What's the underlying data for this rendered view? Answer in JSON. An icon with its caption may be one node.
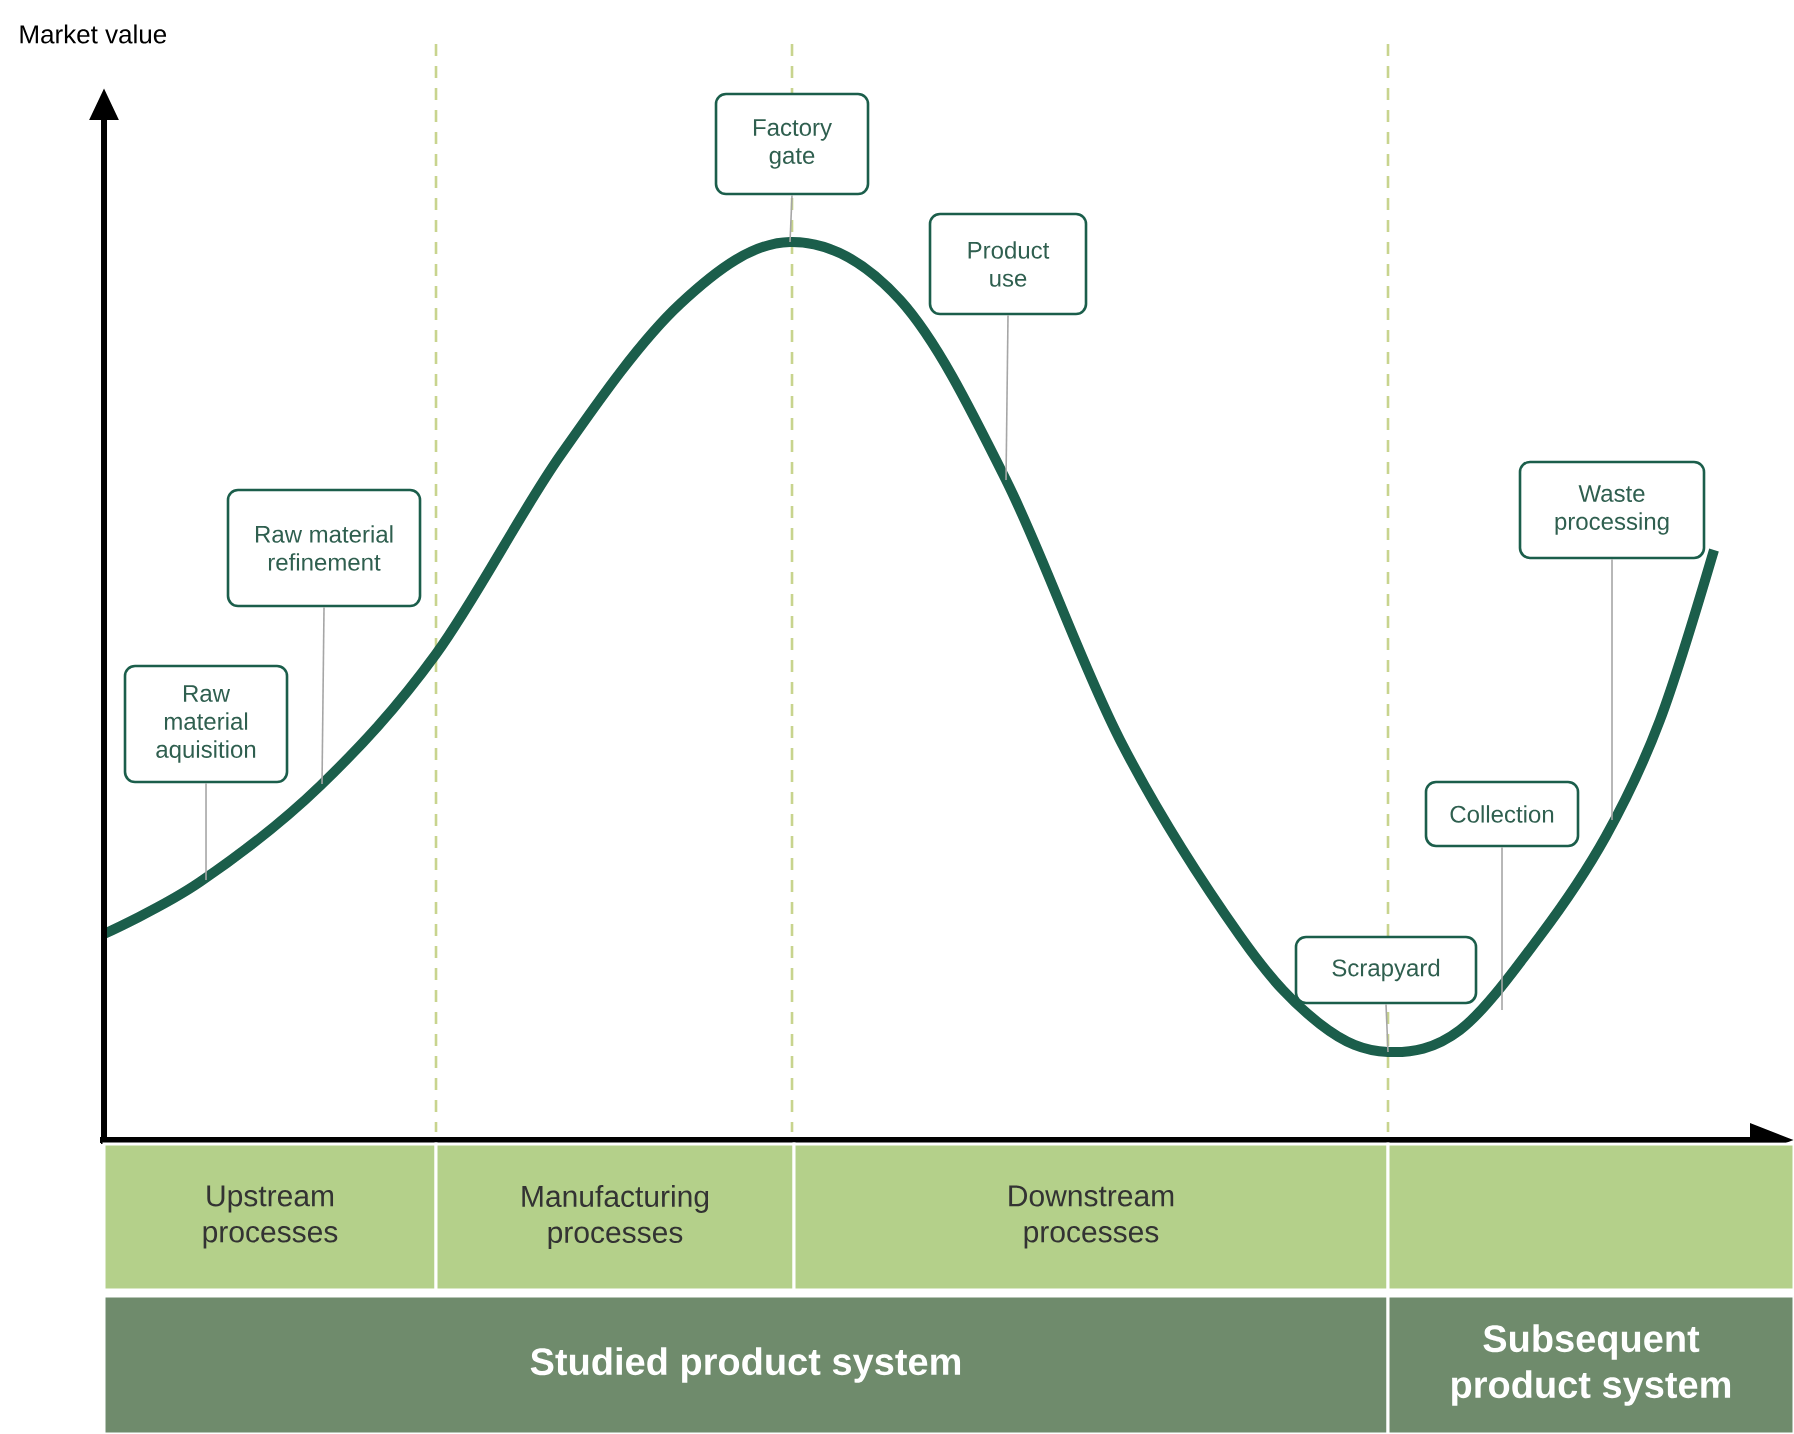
{
  "diagram": {
    "nodes": [
      {
        "text": [
          "Raw material aquisition"
        ]
      },
      {
        "text": [
          "Raw material refinement"
        ]
      },
      {
        "text": [
          "Factory gate"
        ]
      },
      {
        "text": [
          "Product use"
        ]
      },
      {
        "text": [
          "Scrapyard"
        ]
      },
      {
        "text": [
          "Collection"
        ]
      },
      {
        "text": [
          "Waste processing"
        ]
      },
      {
        "text": [
          "Upstream processes"
        ]
      },
      {
        "text": [
          "Manufacturing processes"
        ]
      },
      {
        "text": [
          "Downstream processes"
        ]
      },
      {
        "text": [],
        "shape": "box"
      },
      {
        "text": [
          "Studied product system"
        ]
      },
      {
        "text": [
          "Subsequent product system"
        ]
      }
    ],
    "edges": [
      {
        "from": 0,
        "to": null,
        "arrow": "none"
      },
      {
        "from": 1,
        "to": null,
        "arrow": "none"
      },
      {
        "from": 2,
        "to": null,
        "arrow": "none"
      },
      {
        "from": 3,
        "to": null,
        "arrow": "none"
      },
      {
        "from": 4,
        "to": null,
        "arrow": "none"
      },
      {
        "from": 5,
        "to": null,
        "arrow": "none"
      },
      {
        "from": 6,
        "to": null,
        "arrow": "none"
      }
    ],
    "labels": [
      "Market value"
    ]
  }
}
